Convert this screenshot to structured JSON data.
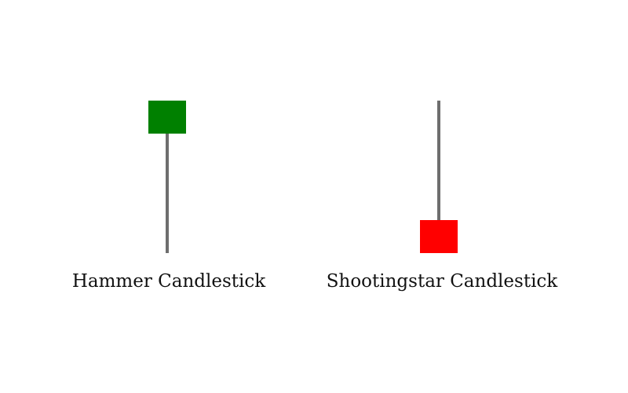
{
  "candles": [
    {
      "id": "hammer",
      "label": "Hammer Candlestick",
      "body_color": "#008000",
      "wick_color": "#6e6e6e",
      "body_position": "top"
    },
    {
      "id": "shootingstar",
      "label": "Shootingstar Candlestick",
      "body_color": "#ff0000",
      "wick_color": "#6e6e6e",
      "body_position": "bottom"
    }
  ]
}
